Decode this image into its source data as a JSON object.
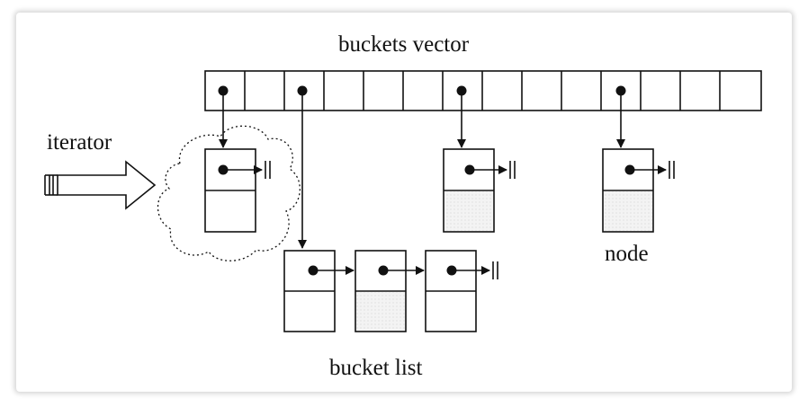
{
  "labels": {
    "title": "buckets  vector",
    "iterator": "iterator",
    "node": "node",
    "bucket_list": "bucket list"
  },
  "colors": {
    "ink": "#111111",
    "shade": "#efefef"
  }
}
